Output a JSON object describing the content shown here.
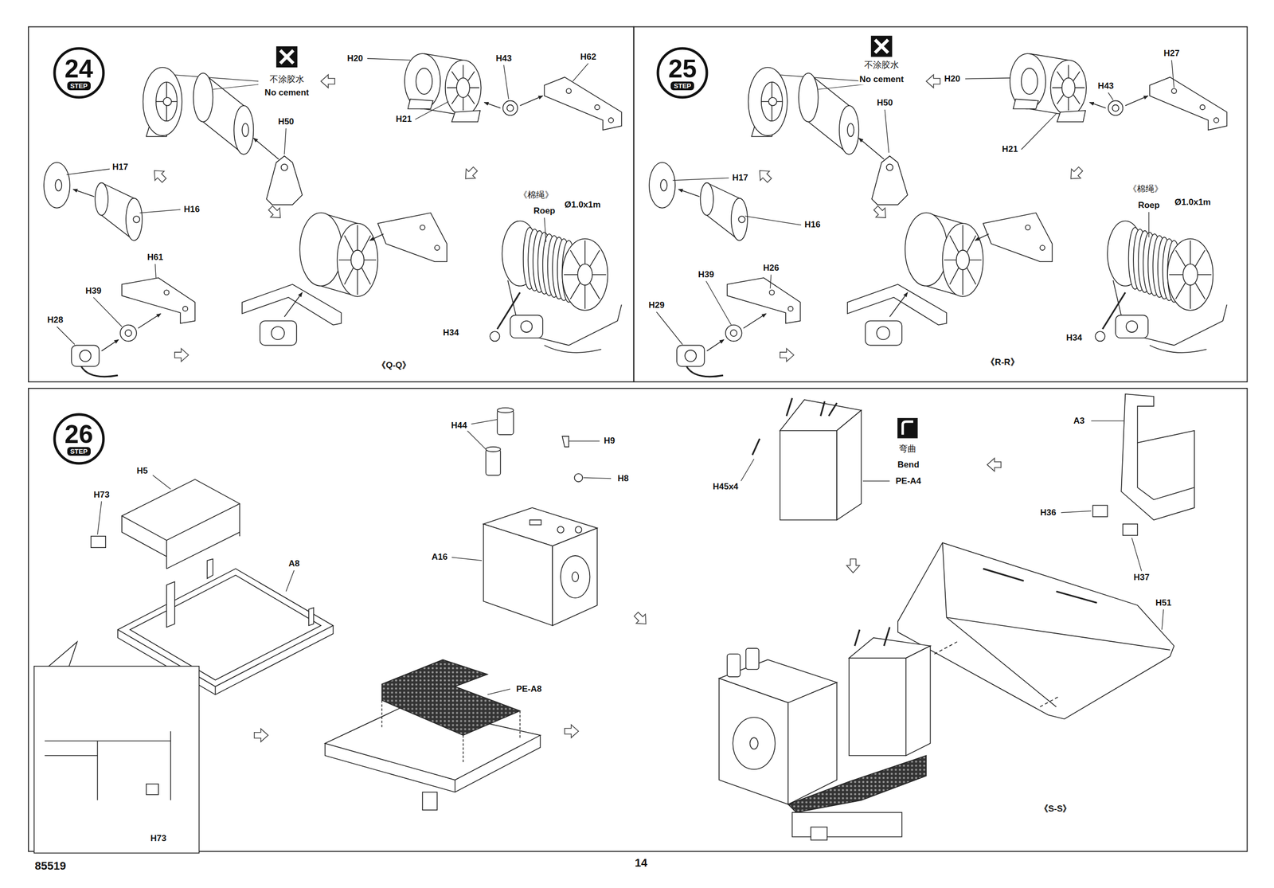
{
  "diagram": {
    "nodes": [
      {
        "text": [
          "24",
          "STEP"
        ]
      },
      {
        "text": [
          "25",
          "STEP"
        ]
      },
      {
        "text": [
          "26",
          "STEP"
        ]
      }
    ],
    "labels": [
      "不涂胶水",
      "No cement",
      "H20",
      "H43",
      "H62",
      "H21",
      "H50",
      "H17",
      "H16",
      "H61",
      "H39",
      "H28",
      "《棉绳》",
      "Roep",
      "Ø1.0x1m",
      "H34",
      "《Q-Q》",
      "不涂胶水",
      "No cement",
      "H27",
      "H20",
      "H43",
      "H50",
      "H21",
      "《棉绳》",
      "Roep",
      "Ø1.0x1m",
      "H17",
      "H16",
      "H39",
      "H26",
      "H29",
      "H34",
      "《R-R》",
      "H73",
      "H5",
      "A8",
      "H44",
      "H9",
      "H8",
      "A16",
      "PE-A8",
      "H45x4",
      "弯曲",
      "Bend",
      "PE-A4",
      "A3",
      "H36",
      "H37",
      "H51",
      "H73",
      "《S-S》",
      "85519",
      "14"
    ]
  }
}
